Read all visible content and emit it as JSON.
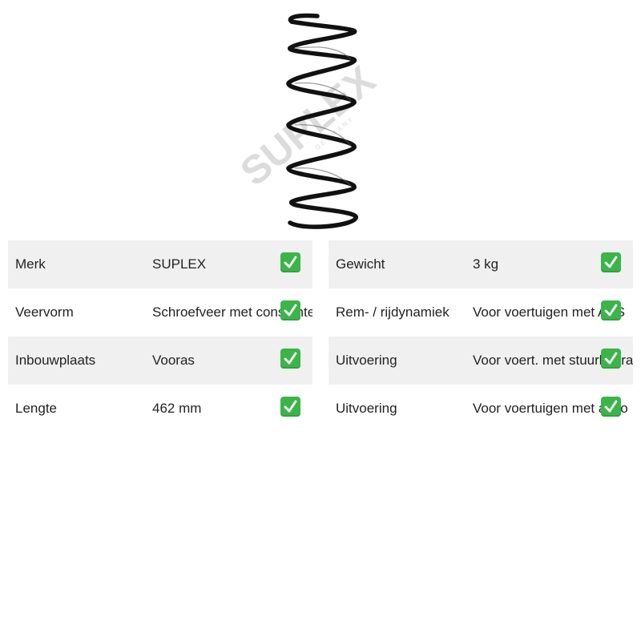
{
  "product": {
    "image_icon": "coil-spring-image",
    "watermark_brand": "SUPLEX",
    "watermark_sub": "GERMANY"
  },
  "specs_left": [
    {
      "label": "Merk",
      "value": "SUPLEX",
      "icon": "check-icon"
    },
    {
      "label": "Veervorm",
      "value": "Schroefveer met constante",
      "icon": "check-icon"
    },
    {
      "label": "Inbouwplaats",
      "value": "Vooras",
      "icon": "check-icon"
    },
    {
      "label": "Lengte",
      "value": "462 mm",
      "icon": "check-icon"
    }
  ],
  "specs_right": [
    {
      "label": "Gewicht",
      "value": "3 kg",
      "icon": "check-icon"
    },
    {
      "label": "Rem- / rijdynamiek",
      "value": "Voor voertuigen met ABS",
      "icon": "check-icon"
    },
    {
      "label": "Uitvoering",
      "value": "Voor voert. met stuurbekrachtiging",
      "icon": "check-icon"
    },
    {
      "label": "Uitvoering",
      "value": "Voor voertuigen met airco",
      "icon": "check-icon"
    }
  ],
  "colors": {
    "row_shade": "#f0f0f0",
    "check_green": "#3bb54a",
    "text": "#222222"
  }
}
